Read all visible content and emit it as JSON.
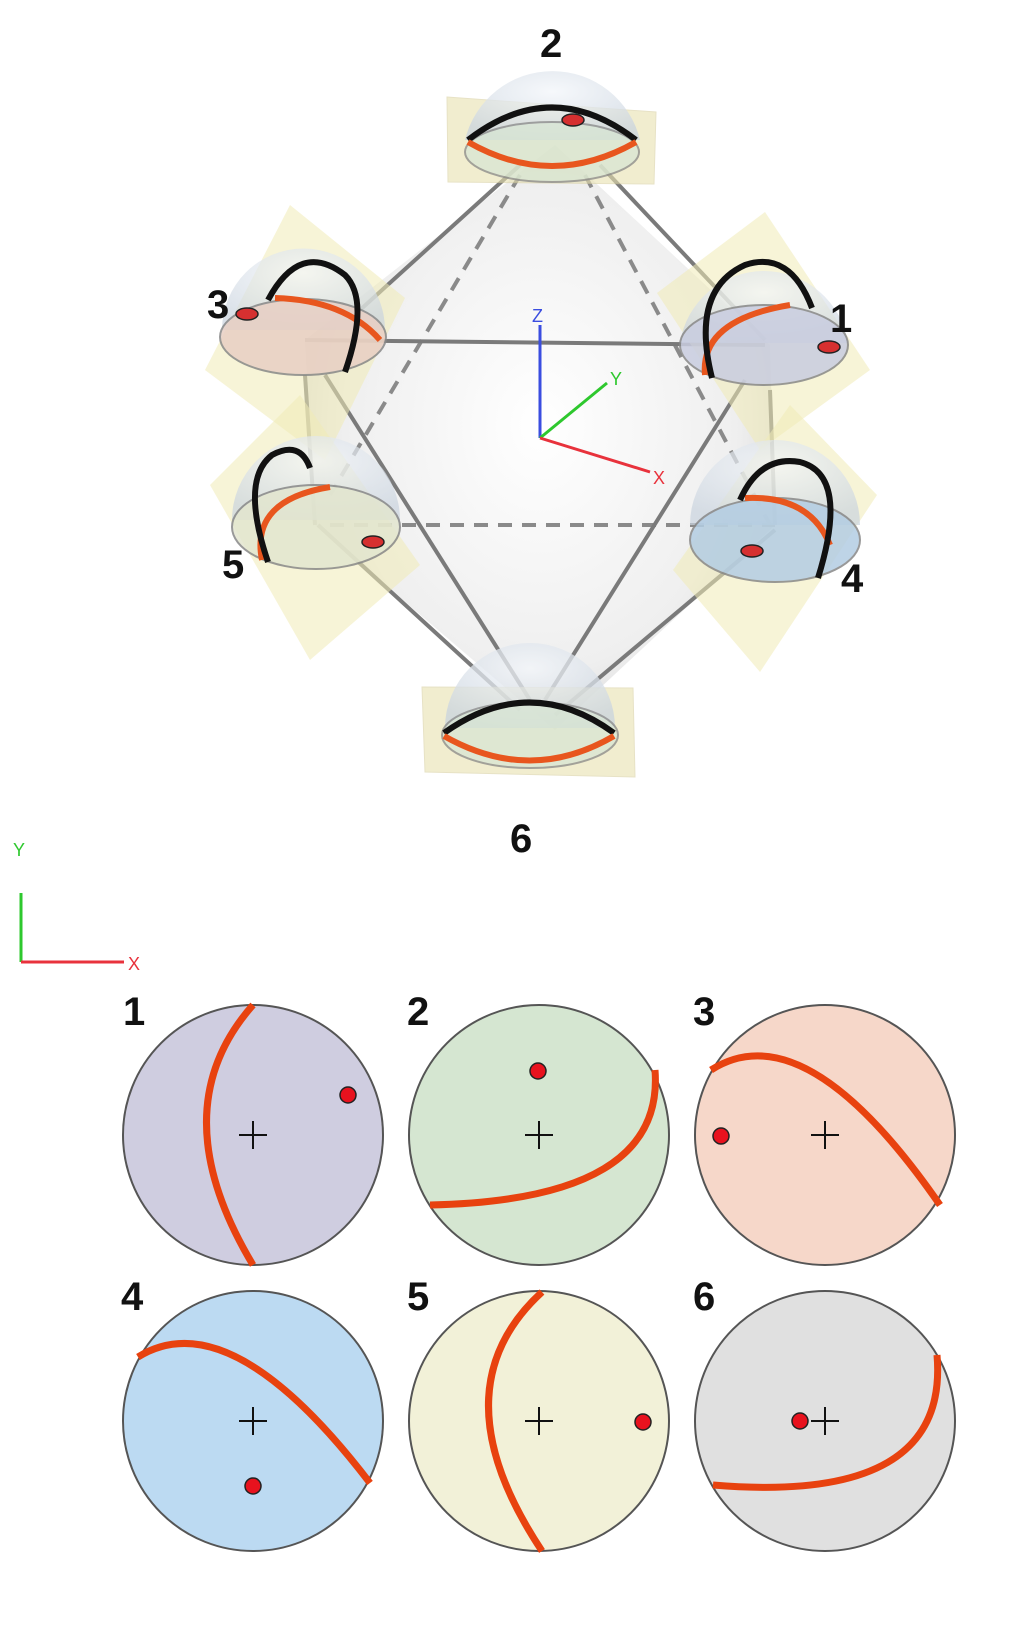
{
  "octahedron": {
    "vertex_labels": [
      "1",
      "2",
      "3",
      "4",
      "5",
      "6"
    ],
    "axes": {
      "x": "X",
      "y": "Y",
      "z": "Z"
    },
    "axis_colors": {
      "x": "#e8323c",
      "y": "#2ec82e",
      "z": "#3a4de0"
    }
  },
  "stereonet_axes": {
    "x": "X",
    "y": "Y"
  },
  "colors": {
    "great_circle": "#e8420f",
    "pole": "#e8121e",
    "net_fill": [
      "#cfcde0",
      "#d5e6d1",
      "#f6d7c9",
      "#bcdaf2",
      "#f2f1d8",
      "#e0e0e0"
    ]
  },
  "stereonets": [
    {
      "label": "1"
    },
    {
      "label": "2"
    },
    {
      "label": "3"
    },
    {
      "label": "4"
    },
    {
      "label": "5"
    },
    {
      "label": "6"
    }
  ]
}
